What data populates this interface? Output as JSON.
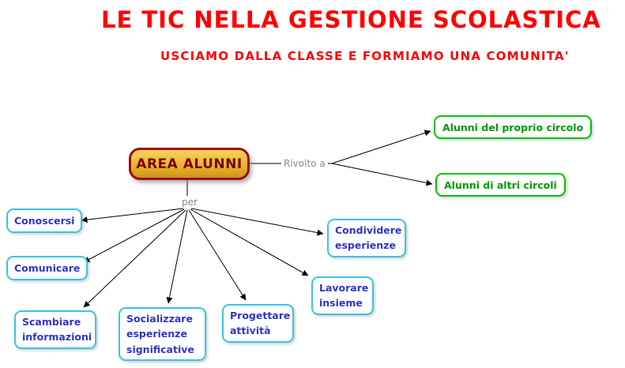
{
  "title": "LE TIC NELLA GESTIONE SCOLASTICA",
  "subtitle": "USCIAMO DALLA CLASSE E FORMIAMO UNA COMUNITA'",
  "map": {
    "root": {
      "label": "AREA ALUNNI"
    },
    "connector_labels": {
      "rivolto_a": "Rivolto a",
      "per": "per"
    },
    "audience_nodes": [
      {
        "label": "Alunni del proprio circolo"
      },
      {
        "label": "Alunni di altri circoli"
      }
    ],
    "purpose_nodes": [
      {
        "label": "Conoscersi"
      },
      {
        "label": "Comunicare"
      },
      {
        "label": "Scambiare informazioni"
      },
      {
        "label": "Socializzare esperienze significative"
      },
      {
        "label": "Progettare attività"
      },
      {
        "label": "Lavorare insieme"
      },
      {
        "label": "Condividere esperienze"
      }
    ],
    "colors": {
      "title_red": "#ff0000",
      "root_border": "#9e0b0b",
      "root_fill": "#e9b52f",
      "root_text": "#7a0000",
      "audience_green": "#00c400",
      "purpose_border_cyan": "#38c4e8",
      "purpose_text_blue": "#3333cc",
      "connector_gray": "#8a8a8a",
      "line_black": "#000000"
    }
  }
}
